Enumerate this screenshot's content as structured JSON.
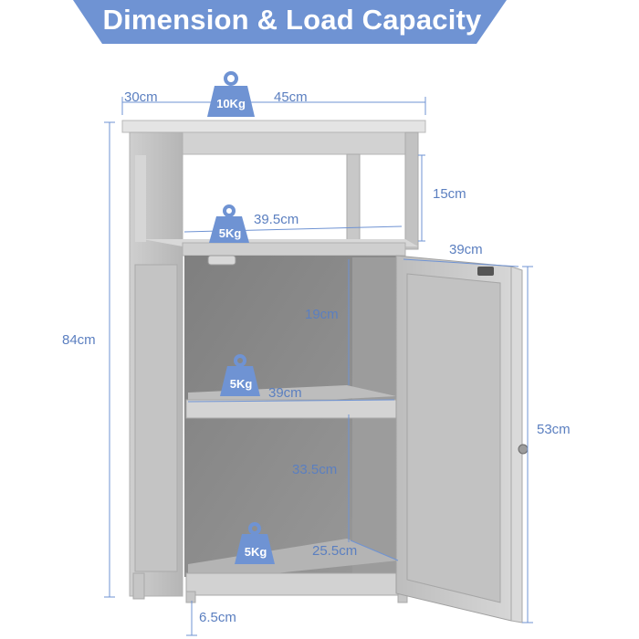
{
  "header": {
    "title": "Dimension & Load Capacity"
  },
  "colors": {
    "accent": "#6f93d3",
    "label_text": "#5b7fc0",
    "cabinet": "#a9a9a9",
    "cabinet_light": "#c9c9c9",
    "cabinet_inner": "#8e8e8e"
  },
  "weights": {
    "top": "10Kg",
    "open_shelf": "5Kg",
    "middle_shelf": "5Kg",
    "bottom_shelf": "5Kg"
  },
  "dimensions": {
    "depth": "30cm",
    "width": "45cm",
    "open_shelf_height": "15cm",
    "open_shelf_width": "39.5cm",
    "door_width": "39cm",
    "total_height": "84cm",
    "upper_compartment_height": "19cm",
    "middle_shelf_width": "39cm",
    "door_height": "53cm",
    "lower_compartment_height": "33.5cm",
    "bottom_shelf_depth": "25.5cm",
    "leg_height": "6.5cm"
  },
  "icons": [
    "weight-icon",
    "door-knob-icon"
  ]
}
